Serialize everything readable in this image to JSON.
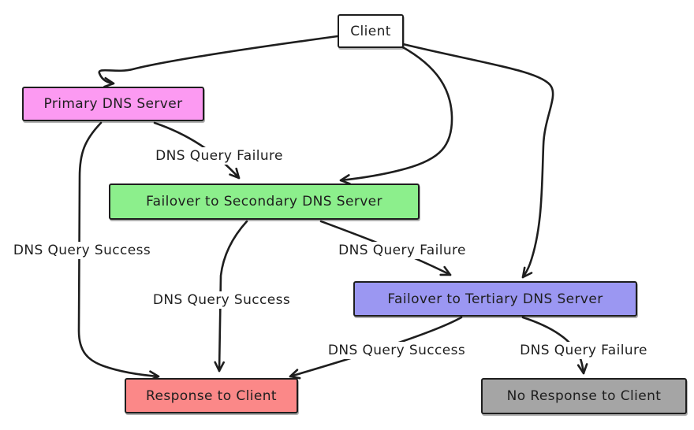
{
  "diagram": {
    "type": "flowchart",
    "background": "#ffffff",
    "stroke_color": "#1e1e1e",
    "text_color": "#1e1e1e",
    "nodes": [
      {
        "id": "client",
        "label": "Client",
        "fill": "#ffffff"
      },
      {
        "id": "primary",
        "label": "Primary DNS Server",
        "fill": "#fc9af2"
      },
      {
        "id": "secondary",
        "label": "Failover to Secondary DNS Server",
        "fill": "#8cef8c"
      },
      {
        "id": "tertiary",
        "label": "Failover to Tertiary DNS Server",
        "fill": "#9b97f2"
      },
      {
        "id": "response",
        "label": "Response to Client",
        "fill": "#fb8888"
      },
      {
        "id": "no_response",
        "label": "No Response to Client",
        "fill": "#a5a5a5"
      }
    ],
    "edges": [
      {
        "from": "client",
        "to": "primary",
        "label": ""
      },
      {
        "from": "client",
        "to": "secondary",
        "label": ""
      },
      {
        "from": "client",
        "to": "tertiary",
        "label": ""
      },
      {
        "from": "primary",
        "to": "secondary",
        "label": "DNS Query Failure"
      },
      {
        "from": "primary",
        "to": "response",
        "label": "DNS Query Success"
      },
      {
        "from": "secondary",
        "to": "response",
        "label": "DNS Query Success"
      },
      {
        "from": "secondary",
        "to": "tertiary",
        "label": "DNS Query Failure"
      },
      {
        "from": "tertiary",
        "to": "response",
        "label": "DNS Query Success"
      },
      {
        "from": "tertiary",
        "to": "no_response",
        "label": "DNS Query Failure"
      }
    ]
  }
}
